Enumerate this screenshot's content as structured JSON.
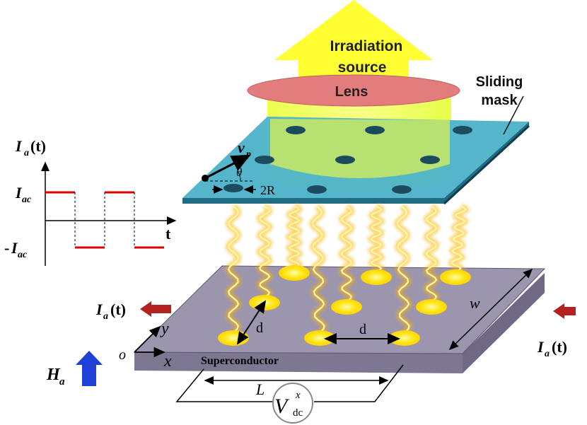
{
  "source": {
    "line1": "Irradiation",
    "line2": "source"
  },
  "lens": "Lens",
  "mask": {
    "line1": "Sliding",
    "line2": "mask"
  },
  "mask_labels": {
    "velocity": "v",
    "velocity_sub": "p",
    "angle": "θ",
    "radius": "2R"
  },
  "waveform": {
    "ylabel": "I",
    "ylabel_sub": "a",
    "ylabel_suffix": "(t)",
    "xlabel": "t",
    "high_label": "I",
    "high_sub": "ac",
    "low_prefix": "-",
    "low_label": "I",
    "low_sub": "ac"
  },
  "substrate": {
    "name": "Superconductor",
    "width_label": "w",
    "spacing_label_left": "d",
    "spacing_label_center": "d",
    "length_label": "L",
    "origin": "o",
    "x_axis": "x",
    "y_axis": "y"
  },
  "current_left": {
    "label": "I",
    "sub": "a",
    "suffix": "(t)"
  },
  "current_right": {
    "label": "I",
    "sub": "a",
    "suffix": "(t)"
  },
  "field": {
    "label": "H",
    "sub": "a"
  },
  "voltmeter": {
    "label": "V",
    "sub": "dc",
    "sup": "x"
  },
  "colors": {
    "beam": "#ffff3c",
    "mask_top": "#4fb3c8",
    "mask_edge": "#1d5f75",
    "lens": "#e07a7a",
    "substrate_top": "#9b94ab",
    "substrate_side": "#7e7893",
    "square_wave": "#dd0000",
    "current_arrow": "#b52121",
    "field_arrow": "#1f3fd6",
    "wavy_glow": "#ffb300",
    "wavy_core": "#fff9a8",
    "spot": "#ffe81a"
  }
}
